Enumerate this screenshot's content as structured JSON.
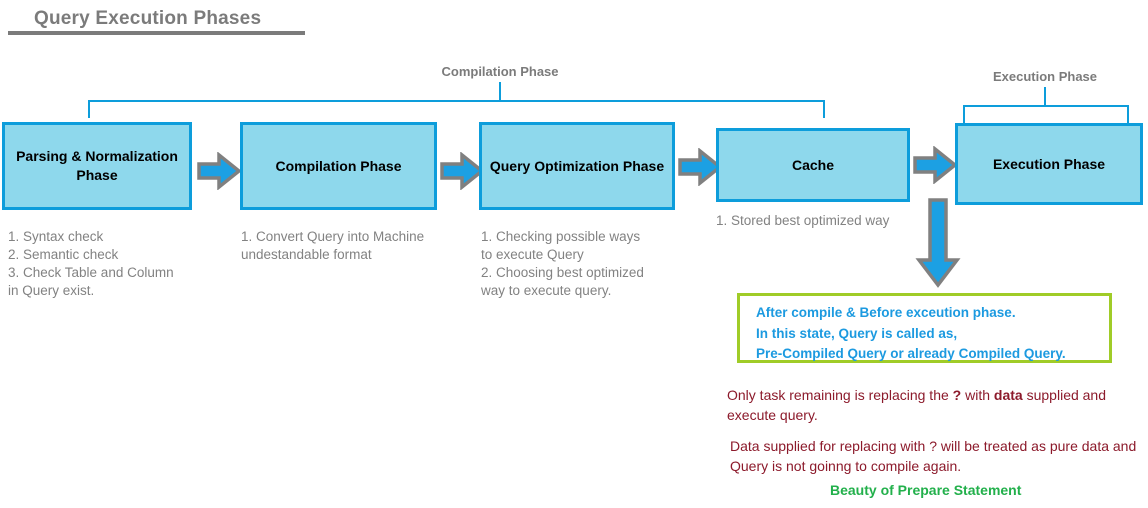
{
  "page": {
    "title": "Query Execution Phases"
  },
  "brackets": [
    {
      "label": "Compilation Phase",
      "name": "compilation-phase-bracket"
    },
    {
      "label": "Execution Phase",
      "name": "execution-phase-bracket"
    }
  ],
  "phases": [
    {
      "id": "parsing-normalization-phase",
      "label": "Parsing & Normalization\nPhase",
      "caption": "1. Syntax check\n2. Semantic check\n3. Check Table and Column\n    in Query exist."
    },
    {
      "id": "compilation-phase",
      "label": "Compilation\nPhase",
      "caption": "1. Convert Query into Machine\n    undestandable format"
    },
    {
      "id": "query-optimization-phase",
      "label": "Query Optimization\nPhase",
      "caption": "1. Checking possible ways\n    to execute Query\n2. Choosing best optimized\n    way to execute query."
    },
    {
      "id": "cache-phase",
      "label": "Cache",
      "caption": "1. Stored best optimized way"
    },
    {
      "id": "execution-phase",
      "label": "Execution\nPhase",
      "caption": ""
    }
  ],
  "callout": {
    "text": "After compile & Before exceution phase.\nIn this state, Query is called as,\nPre-Compiled Query or already Compiled Query."
  },
  "notes": {
    "note_1_part_1": "Only task remaining is replacing the ",
    "note_1_bold_1": "?",
    "note_1_part_2": " with ",
    "note_1_bold_2": "data",
    "note_1_part_3": " supplied and execute query.",
    "note_2": "Data supplied for replacing with ? will be treated as pure data and Query is not goinng to compile again.",
    "beauty": "Beauty of Prepare Statement"
  },
  "colors": {
    "box_fill": "#8ed8ec",
    "box_border": "#0d9ddb",
    "arrow_fill": "#1ca0e3",
    "arrow_outline": "#808080",
    "title_gray": "#7b7b7b",
    "caption_gray": "#828282",
    "callout_border": "#a0cc28",
    "callout_text": "#1c9ae0",
    "note_red": "#8c1a2b",
    "beauty_green": "#22b04b"
  }
}
